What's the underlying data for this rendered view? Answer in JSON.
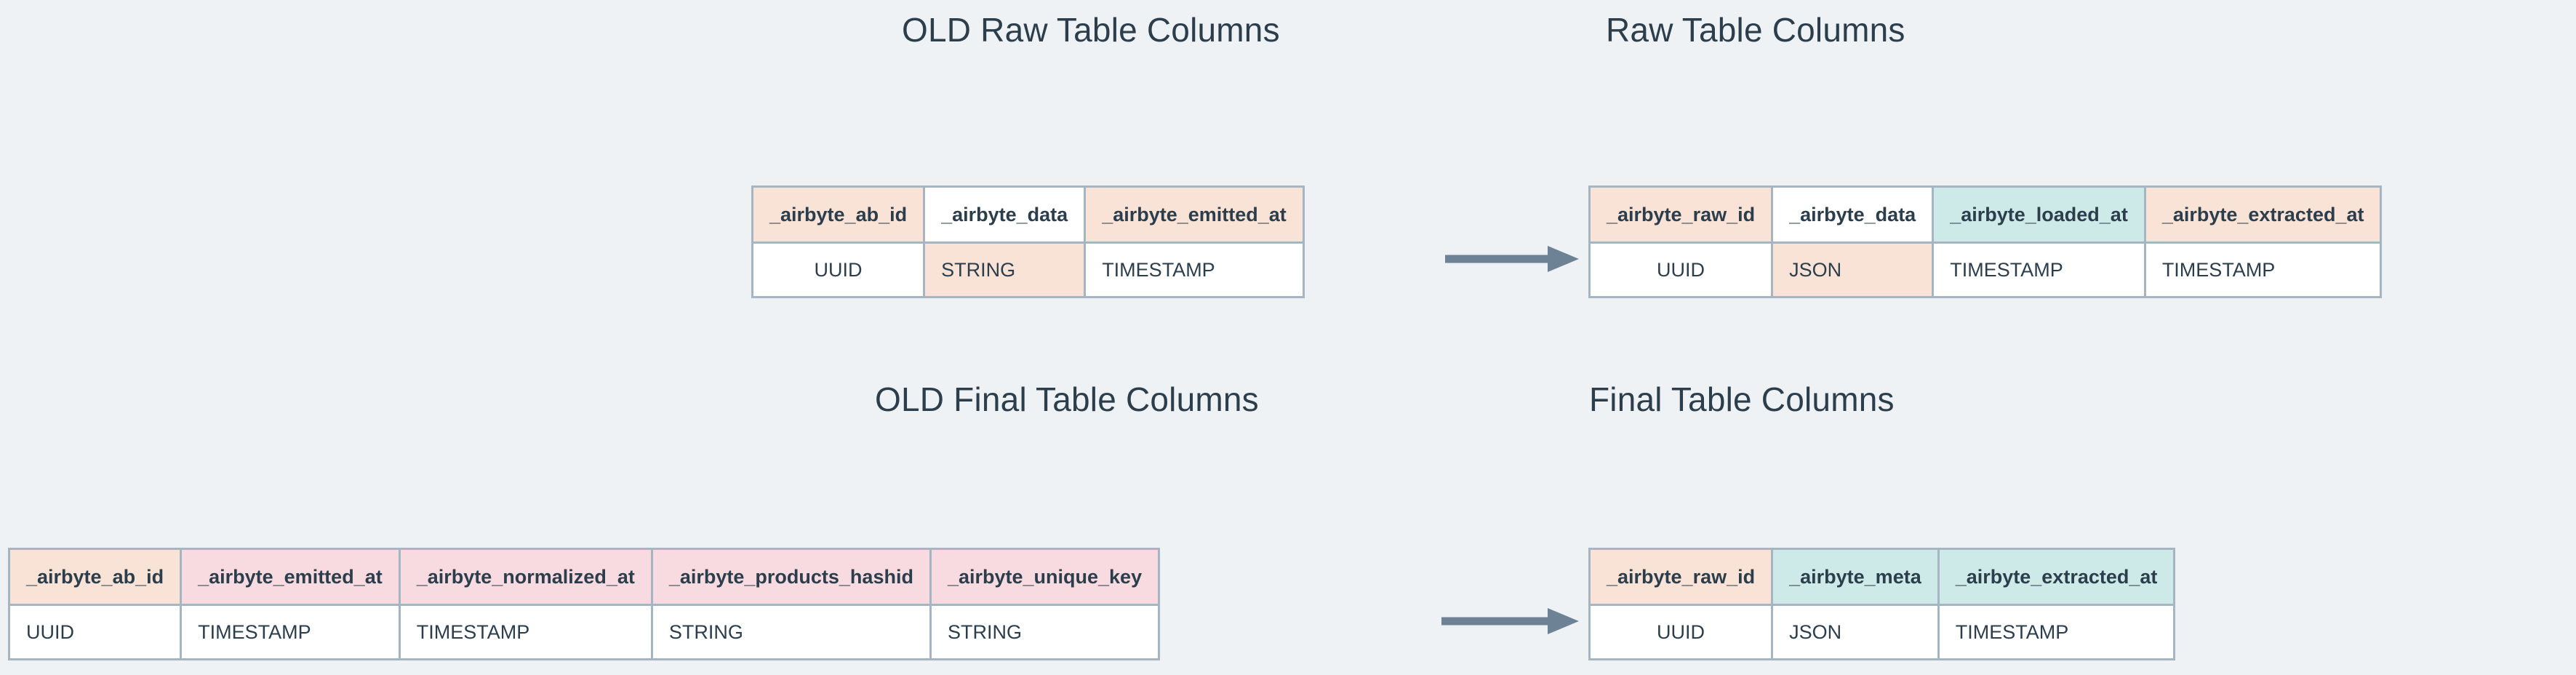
{
  "background_color": "#eef2f5",
  "palette": {
    "peach": "#f8e3d6",
    "pink": "#f7dbe0",
    "teal": "#cdeae9",
    "white": "#ffffff",
    "border": "#a5b5c2",
    "text": "#2c3e4c",
    "arrow": "#6e8296"
  },
  "sections": {
    "raw": {
      "old_title": "OLD Raw Table Columns",
      "new_title": "Raw Table Columns",
      "old_table": {
        "headers": [
          {
            "label": "_airbyte_ab_id",
            "fill": "peach"
          },
          {
            "label": "_airbyte_data",
            "fill": "white"
          },
          {
            "label": "_airbyte_emitted_at",
            "fill": "peach"
          }
        ],
        "types": [
          {
            "label": "UUID",
            "fill": "white",
            "align": "center"
          },
          {
            "label": "STRING",
            "fill": "peach",
            "align": "left"
          },
          {
            "label": "TIMESTAMP",
            "fill": "white",
            "align": "left"
          }
        ]
      },
      "new_table": {
        "headers": [
          {
            "label": "_airbyte_raw_id",
            "fill": "peach"
          },
          {
            "label": "_airbyte_data",
            "fill": "white"
          },
          {
            "label": "_airbyte_loaded_at",
            "fill": "teal"
          },
          {
            "label": "_airbyte_extracted_at",
            "fill": "peach"
          }
        ],
        "types": [
          {
            "label": "UUID",
            "fill": "white",
            "align": "center"
          },
          {
            "label": "JSON",
            "fill": "peach",
            "align": "left"
          },
          {
            "label": "TIMESTAMP",
            "fill": "white",
            "align": "left"
          },
          {
            "label": "TIMESTAMP",
            "fill": "white",
            "align": "left"
          }
        ]
      },
      "arrow": "arrow-right"
    },
    "final": {
      "old_title": "OLD Final Table Columns",
      "new_title": "Final Table Columns",
      "old_table": {
        "headers": [
          {
            "label": "_airbyte_ab_id",
            "fill": "peach"
          },
          {
            "label": "_airbyte_emitted_at",
            "fill": "pink"
          },
          {
            "label": "_airbyte_normalized_at",
            "fill": "pink"
          },
          {
            "label": "_airbyte_products_hashid",
            "fill": "pink"
          },
          {
            "label": "_airbyte_unique_key",
            "fill": "pink"
          }
        ],
        "types": [
          {
            "label": "UUID",
            "fill": "white",
            "align": "left"
          },
          {
            "label": "TIMESTAMP",
            "fill": "white",
            "align": "left"
          },
          {
            "label": "TIMESTAMP",
            "fill": "white",
            "align": "left"
          },
          {
            "label": "STRING",
            "fill": "white",
            "align": "left"
          },
          {
            "label": "STRING",
            "fill": "white",
            "align": "left"
          }
        ]
      },
      "new_table": {
        "headers": [
          {
            "label": "_airbyte_raw_id",
            "fill": "peach"
          },
          {
            "label": "_airbyte_meta",
            "fill": "teal"
          },
          {
            "label": "_airbyte_extracted_at",
            "fill": "teal"
          }
        ],
        "types": [
          {
            "label": "UUID",
            "fill": "white",
            "align": "center"
          },
          {
            "label": "JSON",
            "fill": "white",
            "align": "left"
          },
          {
            "label": "TIMESTAMP",
            "fill": "white",
            "align": "left"
          }
        ]
      },
      "arrow": "arrow-right"
    }
  }
}
